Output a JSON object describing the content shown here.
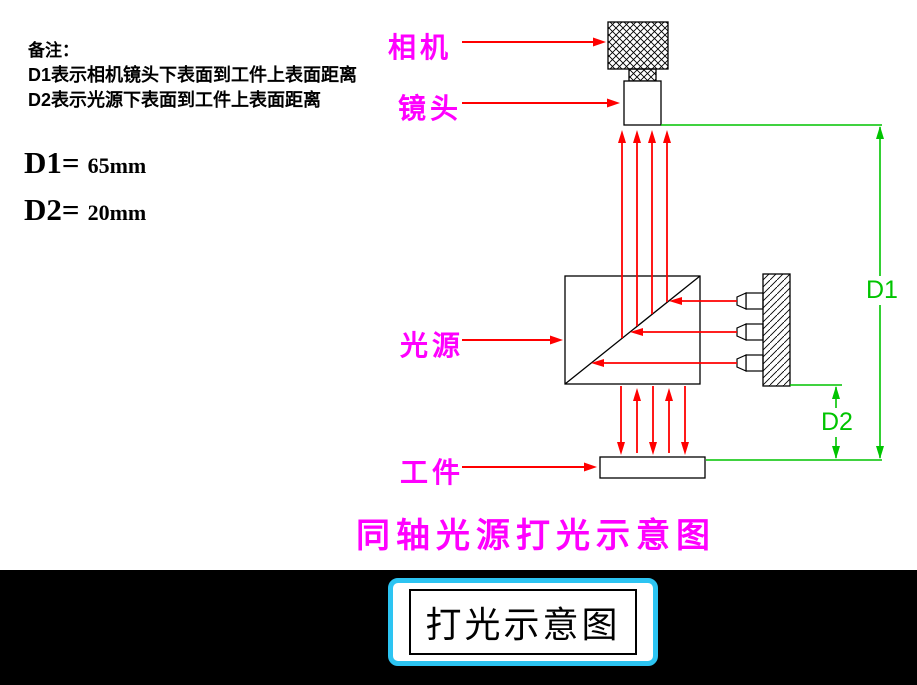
{
  "colors": {
    "label_magenta": "#ff00ff",
    "arrow_red": "#ff0000",
    "dimension_green": "#00c400",
    "button_border_cyan": "#2cc4f2",
    "background_white": "#ffffff",
    "bottom_bar_black": "#000000"
  },
  "notes": {
    "heading": "备注：",
    "line1": "D1表示相机镜头下表面到工件上表面距离",
    "line2": "D2表示光源下表面到工件上表面距离"
  },
  "measurements": {
    "d1_label": "D1=",
    "d1_value": "65mm",
    "d2_label": "D2=",
    "d2_value": "20mm"
  },
  "labels": {
    "camera": "相机",
    "lens": "镜头",
    "light_source": "光源",
    "workpiece": "工件"
  },
  "dimensions": {
    "d1": "D1",
    "d2": "D2"
  },
  "title": {
    "text": "同轴光源打光示意图"
  },
  "footer": {
    "tab_label": "打光示意图"
  }
}
